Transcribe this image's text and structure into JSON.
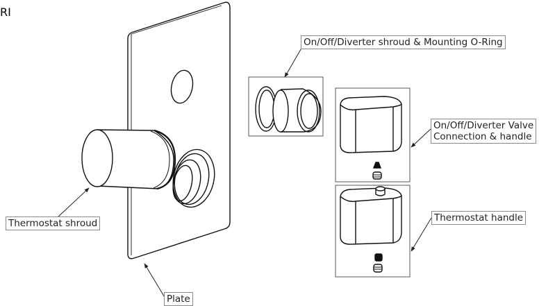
{
  "corner_mark": "RI",
  "callouts": {
    "shroud_oring": "On/Off/Diverter shroud & Mounting O-Ring",
    "diverter_valve_line1": "On/Off/Diverter Valve",
    "diverter_valve_line2": "Connection & handle",
    "thermostat_handle": "Thermostat handle",
    "thermostat_shroud": "Thermostat shroud",
    "plate": "Plate"
  },
  "colors": {
    "stroke": "#111111",
    "frame": "#555555",
    "leader": "#222222",
    "label_border": "#8a8a8a"
  }
}
